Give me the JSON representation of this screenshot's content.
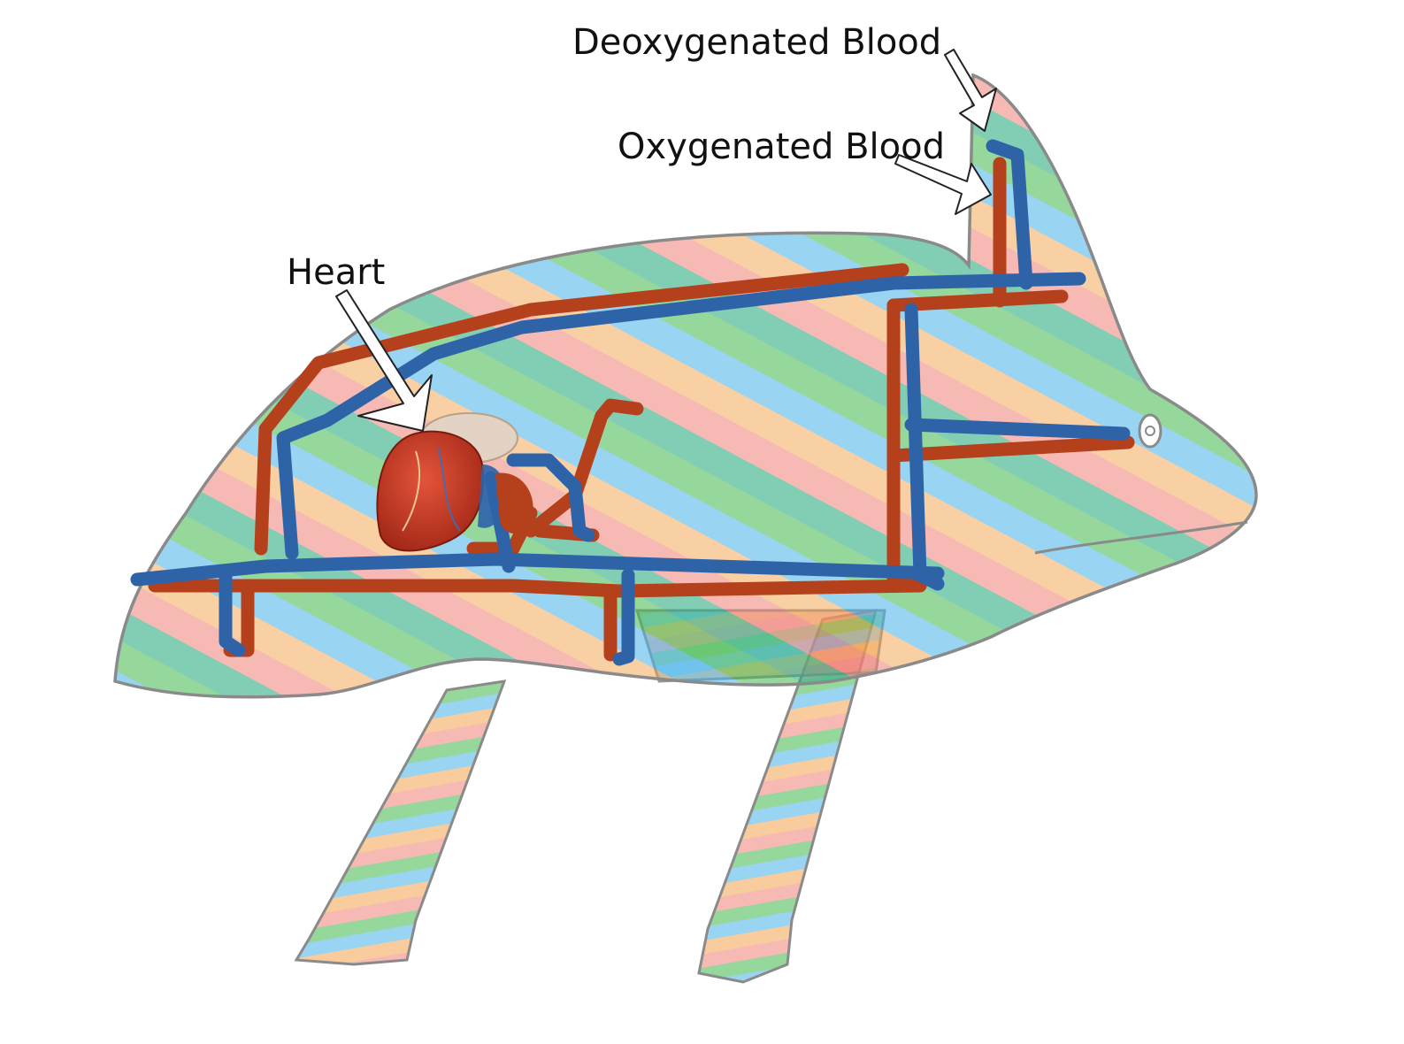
{
  "labels": {
    "deoxygenated": "Deoxygenated Blood",
    "oxygenated": "Oxygenated Blood",
    "heart": "Heart"
  },
  "colors": {
    "background": "#ffffff",
    "outline": "#8a8a8a",
    "oxygenated_vessel": "#b5401c",
    "deoxygenated_vessel": "#2e63a8",
    "heart": "#c8321c",
    "crayon_green": "#3fb54a",
    "crayon_blue": "#45b0e6",
    "crayon_red": "#ef7f76",
    "crayon_orange": "#f2a14a",
    "crayon_teal": "#2fae83"
  },
  "icons": {
    "body": "shark-creature-drawing",
    "heart": "anatomical-heart-icon",
    "arrows": "outline-arrow-icon"
  }
}
